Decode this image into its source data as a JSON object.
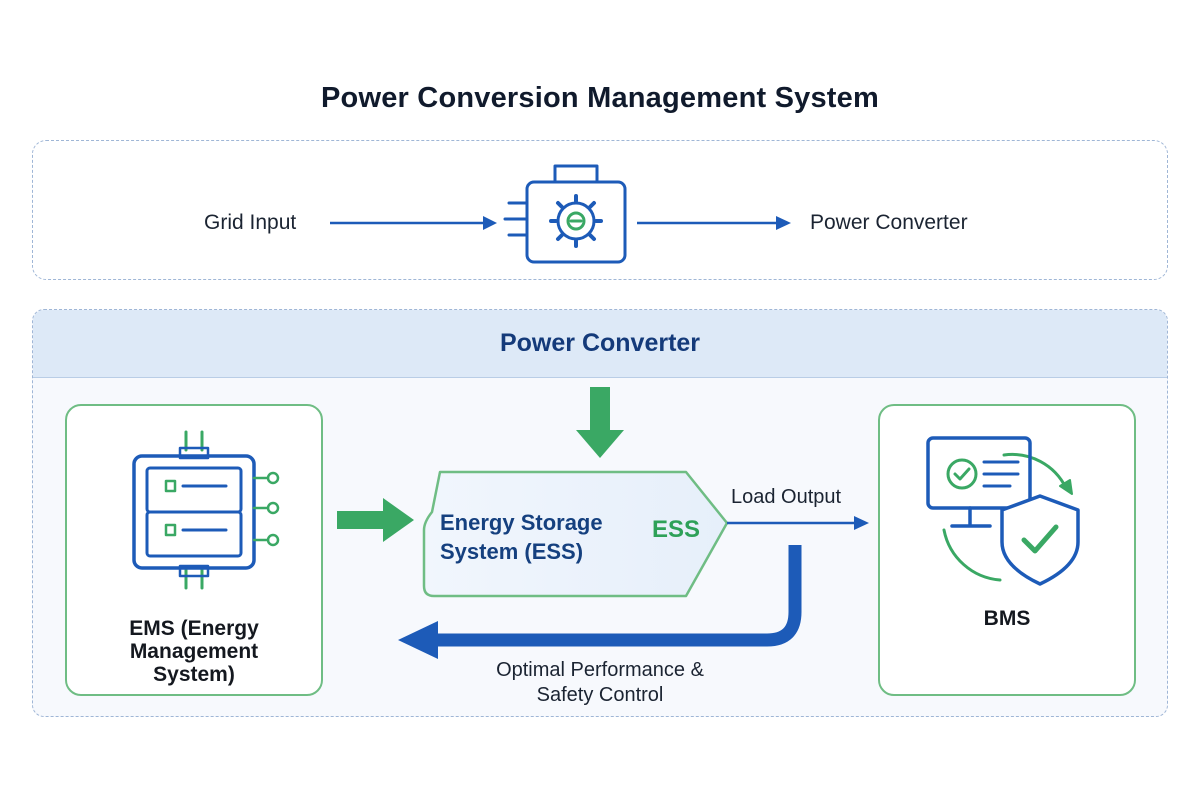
{
  "title": "Power Conversion Management System",
  "top_flow": {
    "left_label": "Grid Input",
    "right_label": "Power Converter",
    "center_icon": "gear-converter-icon"
  },
  "power_converter": {
    "header": "Power Converter"
  },
  "ems": {
    "label_line1": "EMS (Energy",
    "label_line2": "Management",
    "label_line3": "System)",
    "icon": "server-cabinet-icon"
  },
  "ess": {
    "label_line1": "Energy Storage",
    "label_line2": "System (ESS)",
    "tag": "ESS"
  },
  "bms": {
    "label": "BMS",
    "icon": "monitor-shield-icon"
  },
  "load_output": "Load Output",
  "feedback": {
    "line1": "Optimal Performance &",
    "line2": "Safety Control"
  },
  "colors": {
    "blue": "#1d5bb8",
    "green": "#3aa864",
    "header_bg": "#dde9f7",
    "border_dashed": "#9fb6d6"
  }
}
